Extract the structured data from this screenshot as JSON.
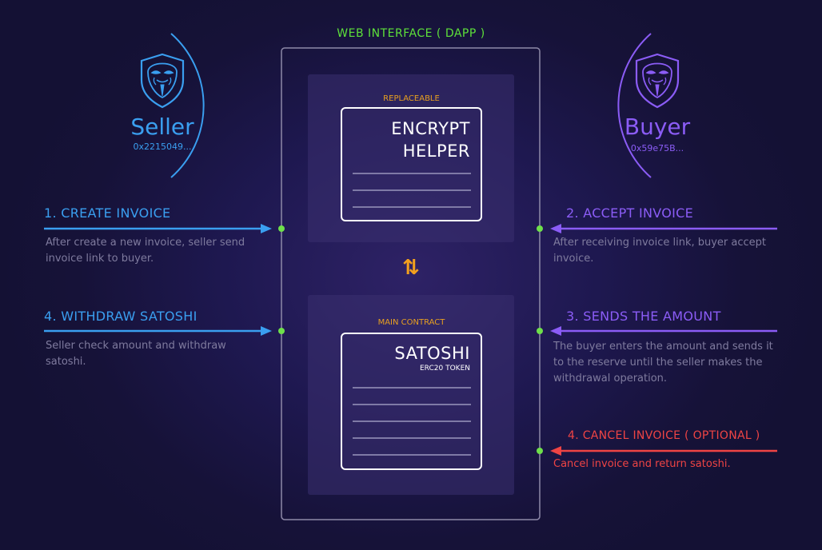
{
  "interface": {
    "title": "WEB INTERFACE ( DAPP )"
  },
  "seller": {
    "name": "Seller",
    "address": "0x2215049...",
    "icon": "anonymous-mask-shield-icon",
    "color": "#3a9ff0"
  },
  "buyer": {
    "name": "Buyer",
    "address": "0x59e75B...",
    "icon": "anonymous-mask-shield-icon",
    "color": "#8b5cf6"
  },
  "helper_panel": {
    "label": "REPLACEABLE",
    "title_line1": "ENCRYPT",
    "title_line2": "HELPER"
  },
  "contract_panel": {
    "label": "MAIN CONTRACT",
    "title": "SATOSHI",
    "subtitle": "ERC20 TOKEN"
  },
  "swap": {
    "icon": "swap-arrows-icon",
    "glyph": "⇅"
  },
  "steps": {
    "create": {
      "label": "1. CREATE INVOICE",
      "desc": "After create a new invoice,  seller send invoice link to buyer."
    },
    "accept": {
      "label": "2. ACCEPT INVOICE",
      "desc": "After receiving invoice link, buyer accept invoice."
    },
    "withdraw": {
      "label": "4. WITHDRAW SATOSHI",
      "desc": "Seller check amount and withdraw satoshi."
    },
    "send": {
      "label": "3. SENDS THE AMOUNT",
      "desc": "The buyer enters the amount and sends it to the reserve until the seller makes the withdrawal operation."
    },
    "cancel": {
      "label": "4. CANCEL INVOICE ( OPTIONAL )",
      "desc": "Cancel invoice and return satoshi."
    }
  },
  "colors": {
    "seller": "#3a9ff0",
    "buyer": "#8b5cf6",
    "cancel": "#ef4444",
    "node": "#6ee04a",
    "accent": "#e8a020",
    "title": "#5de03a"
  }
}
